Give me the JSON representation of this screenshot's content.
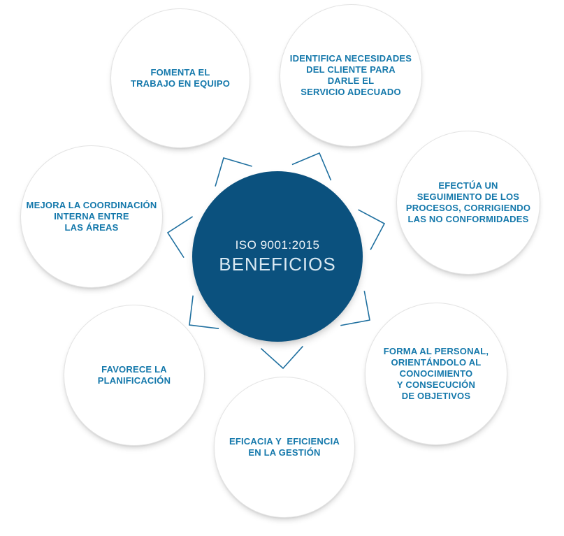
{
  "diagram": {
    "center": {
      "standard": "ISO 9001:2015",
      "title": "BENEFICIOS"
    },
    "satellites": [
      {
        "name": "fomenta-equipo",
        "lines": [
          "FOMENTA EL",
          "TRABAJO EN EQUIPO"
        ]
      },
      {
        "name": "identifica-cliente",
        "lines": [
          "IDENTIFICA NECESIDADES",
          "DEL CLIENTE PARA",
          "DARLE EL",
          "SERVICIO ADECUADO"
        ]
      },
      {
        "name": "efectua-seguimiento",
        "lines": [
          "EFECTÚA UN",
          "SEGUIMIENTO DE LOS",
          "PROCESOS, CORRIGIENDO",
          "LAS NO CONFORMIDADES"
        ]
      },
      {
        "name": "mejora-coordinacion",
        "lines": [
          "MEJORA LA COORDINACIÓN",
          "INTERNA ENTRE",
          "LAS ÁREAS"
        ]
      },
      {
        "name": "favorece-planificacion",
        "lines": [
          "FAVORECE LA",
          "PLANIFICACIÓN"
        ]
      },
      {
        "name": "forma-personal",
        "lines": [
          "FORMA AL PERSONAL,",
          "ORIENTÁNDOLO AL",
          "CONOCIMIENTO",
          "Y CONSECUCIÓN",
          "DE OBJETIVOS"
        ]
      },
      {
        "name": "eficacia-gestion",
        "lines": [
          "EFICACIA Y  EFICIENCIA",
          "EN LA GESTIÓN"
        ]
      }
    ],
    "icons": {
      "chevron": "chevron-outward"
    },
    "colors": {
      "background": "#ffffff",
      "center_fill": "#0b517e",
      "center_standard_text": "#f0f5f9",
      "center_title_text": "#d8e8f2",
      "satellite_fill": "#ffffff",
      "satellite_border": "#e3e3e3",
      "satellite_text": "#1478ab",
      "chevron_stroke": "#1e6f9f"
    }
  }
}
